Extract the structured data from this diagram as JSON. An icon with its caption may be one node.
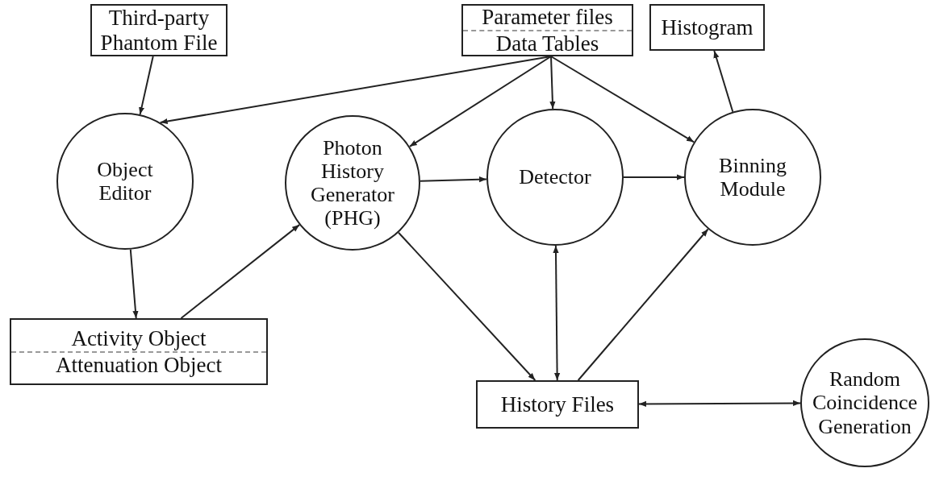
{
  "diagram": {
    "nodes": [
      {
        "text": [
          "Third-party Phantom File"
        ]
      },
      {
        "text": [
          "Parameter files",
          "Data Tables"
        ]
      },
      {
        "text": [
          "Histogram"
        ]
      },
      {
        "text": [
          "Object Editor"
        ]
      },
      {
        "text": [
          "Photon History Generator (PHG)"
        ]
      },
      {
        "text": [
          "Detector"
        ]
      },
      {
        "text": [
          "Binning Module"
        ]
      },
      {
        "text": [
          "Activity Object",
          "Attenuation Object"
        ]
      },
      {
        "text": [
          "History Files"
        ]
      },
      {
        "text": [
          "Random Coincidence Generation"
        ]
      }
    ],
    "edges": [
      {
        "from": 0,
        "to": 3,
        "arrow": "to"
      },
      {
        "from": 1,
        "to": 3,
        "arrow": "to"
      },
      {
        "from": 1,
        "to": 4,
        "arrow": "to"
      },
      {
        "from": 1,
        "to": 5,
        "arrow": "to"
      },
      {
        "from": 1,
        "to": 6,
        "arrow": "to"
      },
      {
        "from": 6,
        "to": 2,
        "arrow": "to"
      },
      {
        "from": 3,
        "to": 7,
        "arrow": "to"
      },
      {
        "from": 7,
        "to": 4,
        "arrow": "to"
      },
      {
        "from": 4,
        "to": 5,
        "arrow": "to"
      },
      {
        "from": 5,
        "to": 6,
        "arrow": "to"
      },
      {
        "from": 4,
        "to": 8,
        "arrow": "to"
      },
      {
        "from": 5,
        "to": 8,
        "arrow": "both"
      },
      {
        "from": 8,
        "to": 6,
        "arrow": "to"
      },
      {
        "from": 8,
        "to": 9,
        "arrow": "both"
      }
    ]
  }
}
